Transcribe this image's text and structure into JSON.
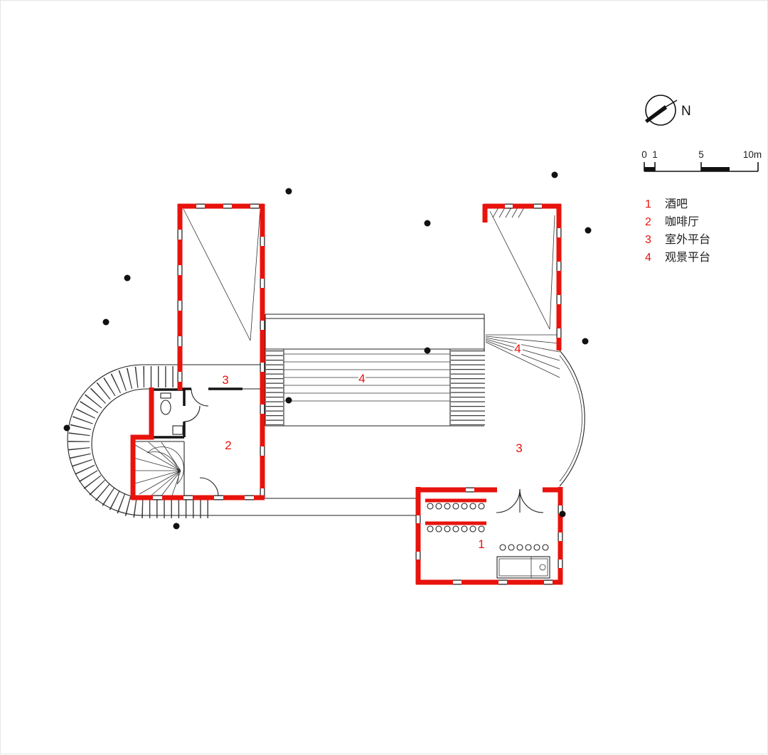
{
  "colors": {
    "wall": "#e8130d",
    "ink": "#1f1f1f"
  },
  "compass": {
    "north_label": "N"
  },
  "scale_bar": {
    "tick0": "0",
    "tick1": "1",
    "tick5": "5",
    "tick10": "10m"
  },
  "legend": {
    "items": [
      {
        "num": "1",
        "label": "酒吧"
      },
      {
        "num": "2",
        "label": "咖啡厅"
      },
      {
        "num": "3",
        "label": "室外平台"
      },
      {
        "num": "4",
        "label": "观景平台"
      }
    ]
  },
  "room_labels": {
    "bar": "1",
    "cafe": "2",
    "terrace_left": "3",
    "terrace_right": "3",
    "deck_center": "4",
    "deck_ramp": "4"
  }
}
